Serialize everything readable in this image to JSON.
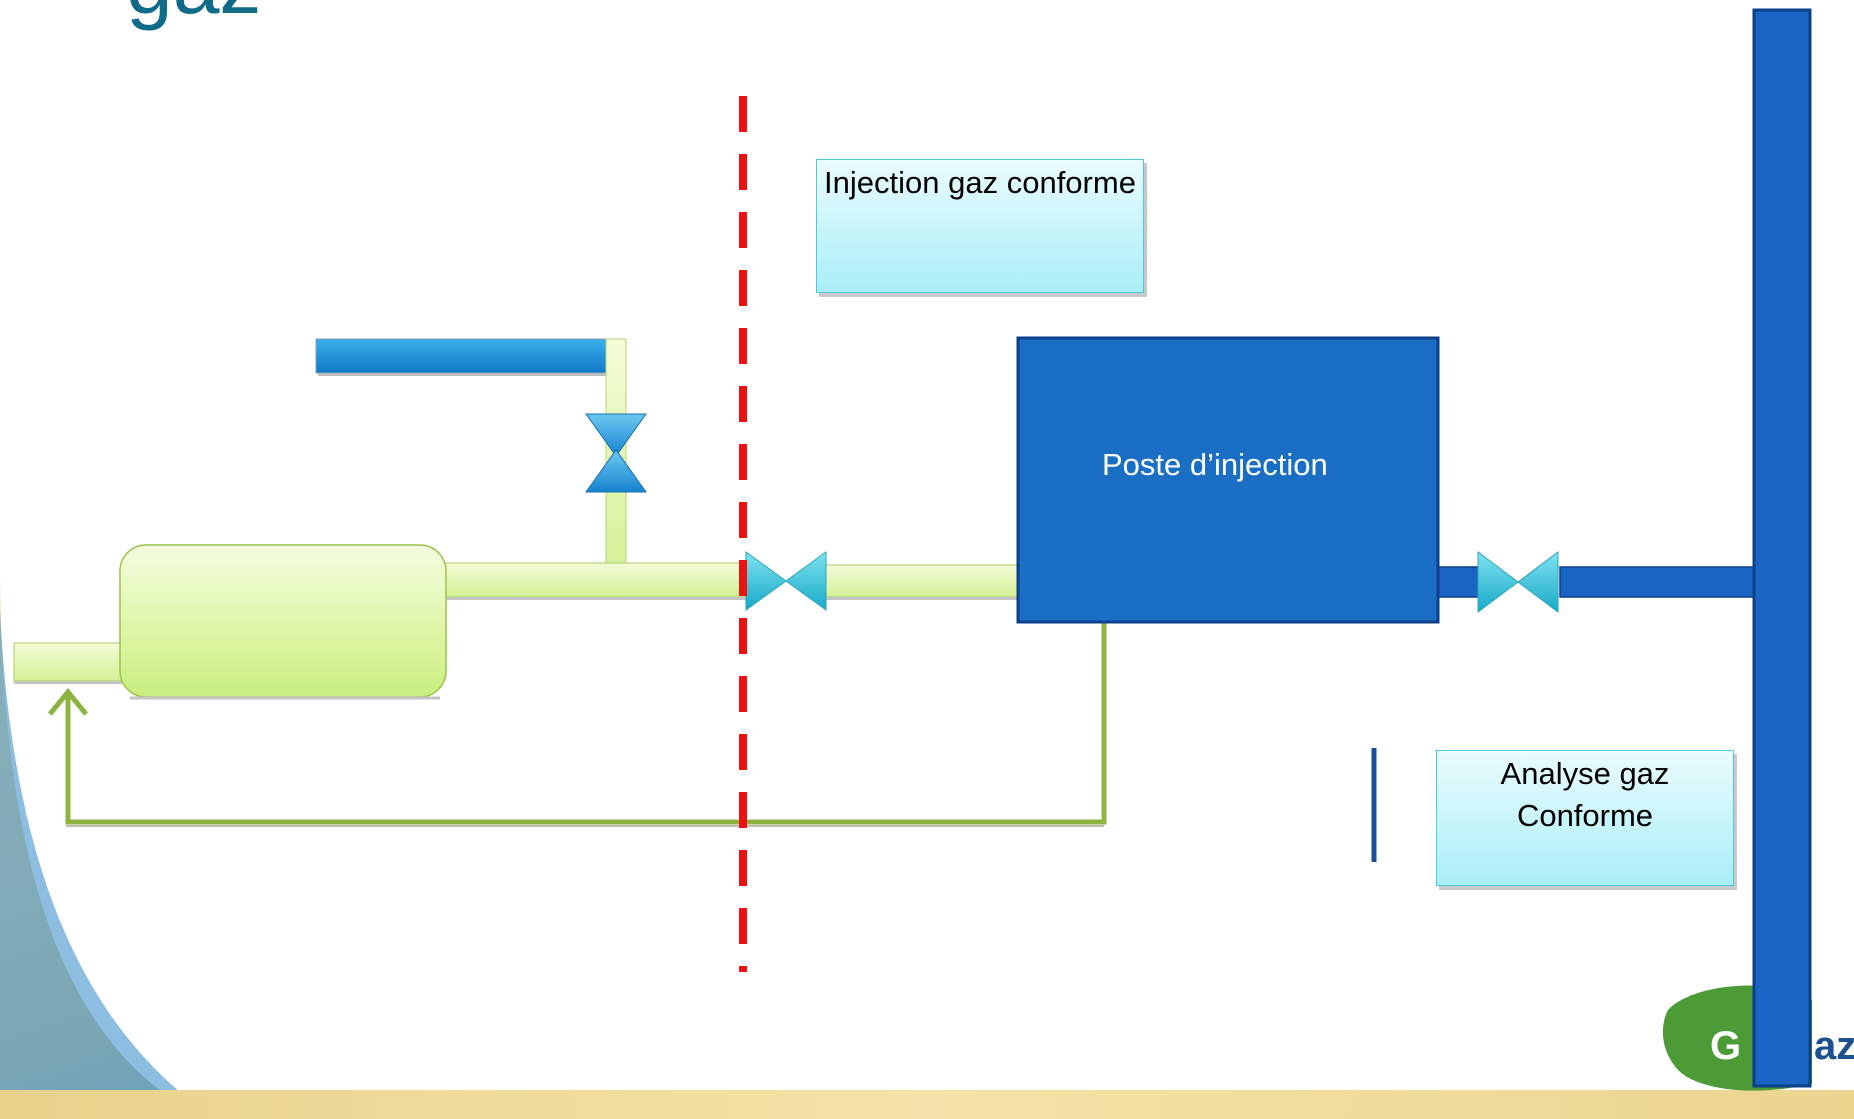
{
  "title": "gaz",
  "labels": {
    "injection_box": "Injection gaz conforme",
    "poste": "Poste d’injection",
    "analyse_box": "Analyse gaz Conforme"
  },
  "logo": {
    "left_text": "G",
    "right_text": "az",
    "color_green": "#4c9b36",
    "color_blue": "#1d4f91"
  },
  "colors": {
    "pipe_green_fill": "#e3f6b8",
    "pipe_green_stroke": "#8cb33e",
    "pipe_blue": "#1565c0",
    "network_blue": "#1a64c4",
    "poste_fill": "#1a6ec4",
    "poste_border": "#0d3f8a",
    "valve": "#2cc4d8",
    "boundary_red": "#ee1111",
    "textbox_bg": "#b4f0f8"
  },
  "icons": [
    "valve-icon",
    "arrow-up-icon",
    "dashed-boundary-line"
  ]
}
